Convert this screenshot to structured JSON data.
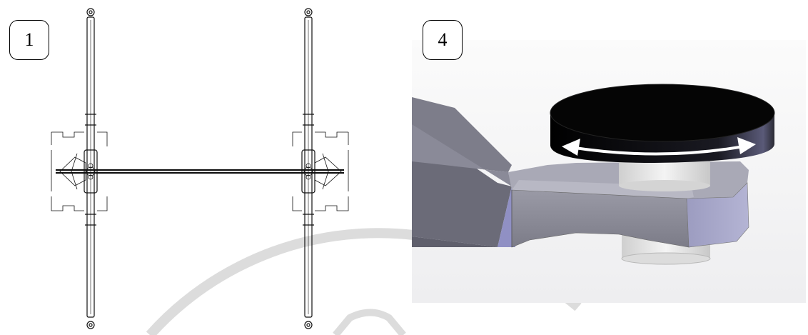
{
  "steps": [
    {
      "label": "1",
      "title": "top-view-frame-assembly"
    },
    {
      "label": "4",
      "title": "adjustment-knob-rotate"
    }
  ],
  "colors": {
    "line": "#111111",
    "watermark": "#d9d9d9",
    "knob_top": "#0a0a0a",
    "arm_face": "#8e8e9c",
    "arm_side": "#a7a7c4",
    "render_bg": "#f4f4f6",
    "arrow": "#ffffff"
  },
  "icons": {
    "rotation": "double-headed-curved-arrow-icon"
  }
}
